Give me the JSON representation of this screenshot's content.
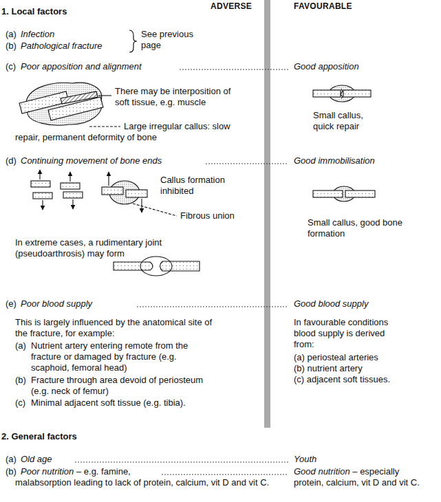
{
  "diagram": {
    "labels": [
      "ADVERSE",
      "FAVOURABLE",
      "1. Local factors",
      "(a)",
      "Infection",
      "(b)",
      "Pathological fracture",
      "See previous page",
      "(c)",
      "Poor apposition and alignment",
      "Good apposition",
      "There may be interposition of soft tissue, e.g. muscle",
      "Large irregular callus: slow repair, permanent deformity of bone",
      "Small callus, quick repair",
      "(d)",
      "Continuing movement of bone ends",
      "Good immobilisation",
      "Callus formation inhibited",
      "Fibrous union",
      "In extreme cases, a rudimentary joint (pseudoarthrosis) may form",
      "Small callus, good bone formation",
      "(e)",
      "Poor blood supply",
      "Good blood supply",
      "This is largely influenced by the anatomical site of the fracture, for example:",
      "(a)",
      "Nutrient artery entering remote from the fracture or damaged by fracture (e.g. scaphoid, femoral head)",
      "(b)",
      "Fracture through area devoid of periosteum (e.g. neck of femur)",
      "(c)",
      "Minimal adjacent soft tissue (e.g. tibia).",
      "In favourable conditions blood supply is derived from:",
      "(a) periosteal arteries",
      "(b) nutrient artery",
      "(c) adjacent soft tissues.",
      "2. General factors",
      "(a)",
      "Old age",
      "Youth",
      "(b)",
      "Poor nutrition",
      "– e.g. famine, malabsorption leading to lack of protein, calcium, vit D and vit C.",
      "Good nutrition",
      "– especially protein, calcium, vit D and vit C."
    ]
  }
}
